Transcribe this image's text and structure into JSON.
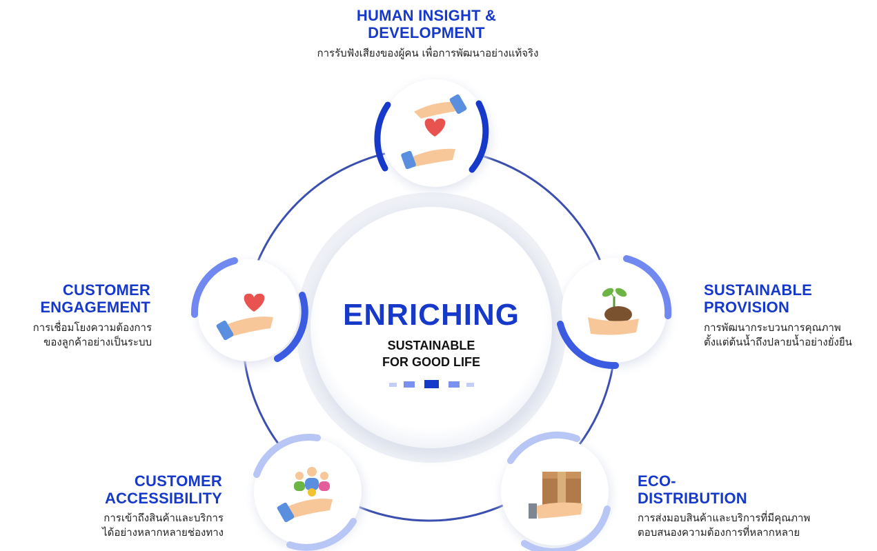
{
  "center": {
    "title": "ENRICHING",
    "subtitle_line1": "SUSTAINABLE",
    "subtitle_line2": "FOR GOOD LIFE"
  },
  "colors": {
    "primary": "#1739c9",
    "ring": "#3b4fb0",
    "accent_light": "#a9b8f5",
    "accent_mid": "#7088f0"
  },
  "nodes": [
    {
      "id": "human",
      "title_line1": "HUMAN INSIGHT &",
      "title_line2": "DEVELOPMENT",
      "desc_line1": "การรับฟังเสียงของผู้คน เพื่อการพัฒนาอย่างแท้จริง",
      "desc_line2": "",
      "icon": "hands-heart-icon"
    },
    {
      "id": "engagement",
      "title_line1": "CUSTOMER",
      "title_line2": "ENGAGEMENT",
      "desc_line1": "การเชื่อมโยงความต้องการ",
      "desc_line2": "ของลูกค้าอย่างเป็นระบบ",
      "icon": "hand-heart-icon"
    },
    {
      "id": "provision",
      "title_line1": "SUSTAINABLE",
      "title_line2": "PROVISION",
      "desc_line1": "การพัฒนากระบวนการคุณภาพ",
      "desc_line2": "ตั้งแต่ต้นน้ำถึงปลายน้ำอย่างยั่งยืน",
      "icon": "hand-sprout-icon"
    },
    {
      "id": "accessibility",
      "title_line1": "CUSTOMER",
      "title_line2": "ACCESSIBILITY",
      "desc_line1": "การเข้าถึงสินค้าและบริการ",
      "desc_line2": "ได้อย่างหลากหลายช่องทาง",
      "icon": "hand-people-icon"
    },
    {
      "id": "distribution",
      "title_line1": "ECO-",
      "title_line2": "DISTRIBUTION",
      "desc_line1": "การส่งมอบสินค้าและบริการที่มีคุณภาพ",
      "desc_line2": "ตอบสนองความต้องการที่หลากหลาย",
      "icon": "hand-box-icon"
    }
  ]
}
